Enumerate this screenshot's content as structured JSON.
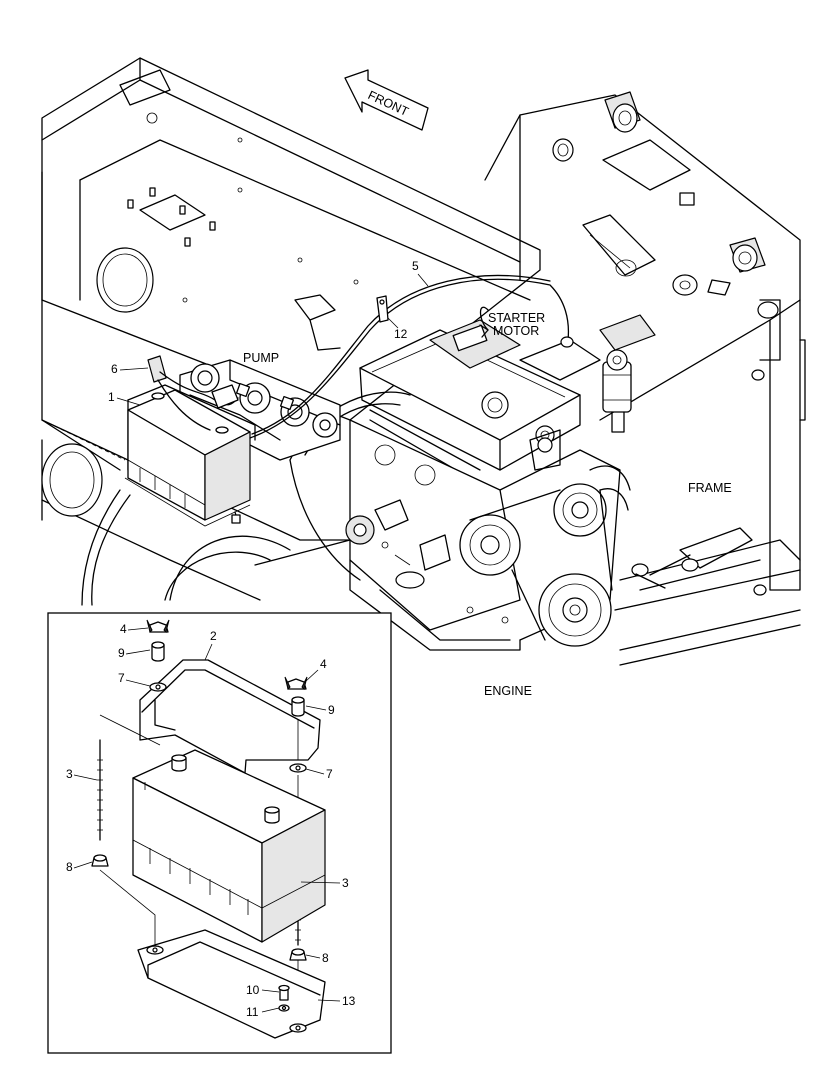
{
  "orientation_label": "FRONT",
  "area_labels": {
    "pump": "PUMP",
    "starter_line1": "STARTER",
    "starter_line2": "MOTOR",
    "frame": "FRAME",
    "engine": "ENGINE"
  },
  "callouts": {
    "c1": "1",
    "c5": "5",
    "c6": "6",
    "c12": "12",
    "c2": "2",
    "c3a": "3",
    "c3b": "3",
    "c4a": "4",
    "c4b": "4",
    "c7a": "7",
    "c7b": "7",
    "c8a": "8",
    "c8b": "8",
    "c9a": "9",
    "c9b": "9",
    "c10": "10",
    "c11": "11",
    "c13": "13"
  }
}
